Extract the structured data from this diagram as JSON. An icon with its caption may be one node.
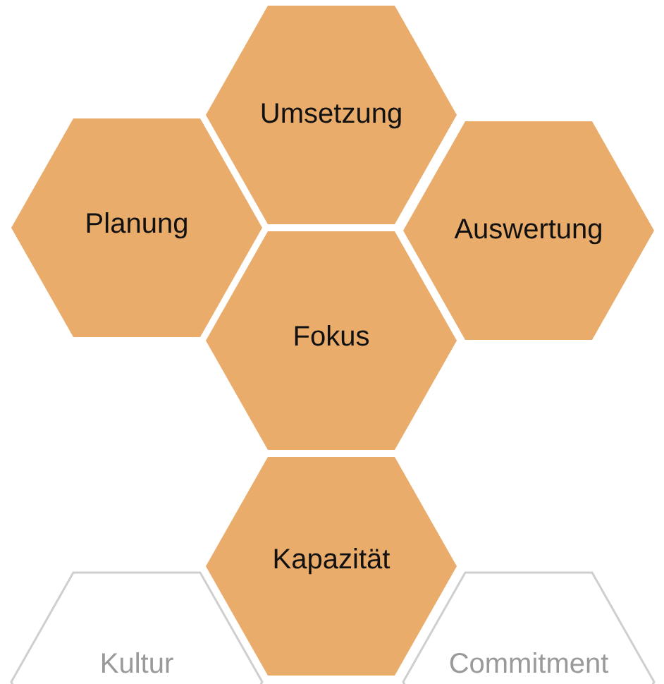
{
  "diagram": {
    "nodes": [
      {
        "text": [
          "Umsetzung"
        ]
      },
      {
        "text": [
          "Planung"
        ]
      },
      {
        "text": [
          "Auswertung"
        ]
      },
      {
        "text": [
          "Fokus"
        ]
      },
      {
        "text": [
          "Kapazität"
        ]
      },
      {
        "text": [
          "Kultur"
        ]
      },
      {
        "text": [
          "Commitment"
        ]
      }
    ]
  }
}
